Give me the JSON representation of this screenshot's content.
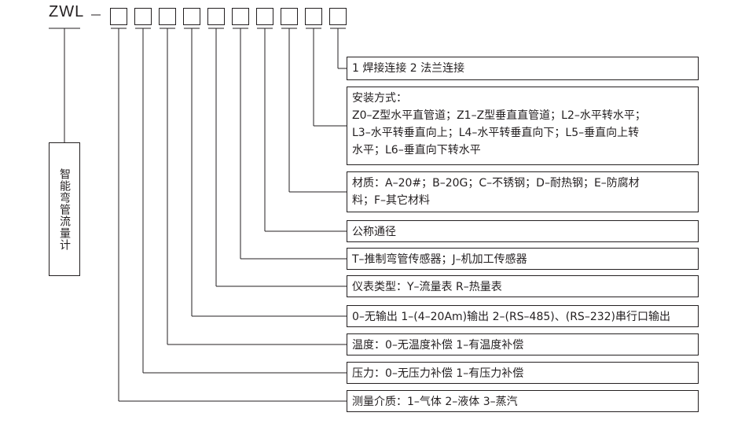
{
  "header": {
    "model_prefix": "ZWL"
  },
  "side_label": "智能弯管流量计",
  "options": [
    {
      "id": "connection",
      "lines": [
        "1 焊接连接   2 法兰连接"
      ]
    },
    {
      "id": "installation",
      "lines": [
        "安装方式：",
        "Z0–Z型水平直管道；Z1–Z型垂直直管道；L2–水平转水平；",
        "L3–水平转垂直向上；L4–水平转垂直向下；L5–垂直向上转",
        "水平；L6–垂直向下转水平"
      ]
    },
    {
      "id": "material",
      "lines": [
        "材质：A–20#；B–20G；C–不锈钢；D–耐热钢；E–防腐材",
        "料；F–其它材料"
      ]
    },
    {
      "id": "nominal-diameter",
      "lines": [
        "公称通径"
      ]
    },
    {
      "id": "sensor",
      "lines": [
        "T–推制弯管传感器；J–机加工传感器"
      ]
    },
    {
      "id": "instrument-type",
      "lines": [
        "仪表类型：Y–流量表    R–热量表"
      ]
    },
    {
      "id": "output",
      "lines": [
        "0–无输出  1–(4–20Am)输出 2–(RS–485)、(RS–232)串行口输出"
      ]
    },
    {
      "id": "temperature",
      "lines": [
        "温度：0–无温度补偿   1–有温度补偿"
      ]
    },
    {
      "id": "pressure",
      "lines": [
        "压力：0–无压力补偿   1–有压力补偿"
      ]
    },
    {
      "id": "medium",
      "lines": [
        "测量介质：1–气体   2–液体   3–蒸汽"
      ]
    }
  ]
}
